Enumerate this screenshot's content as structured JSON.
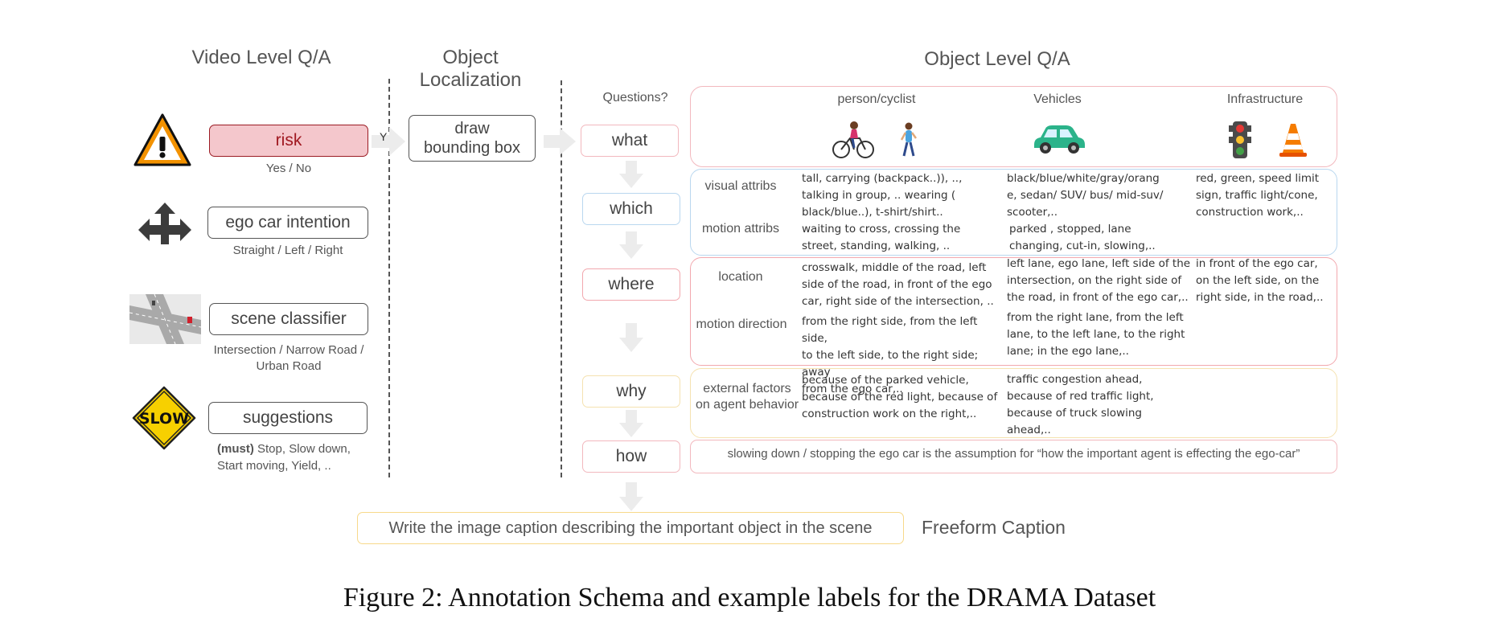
{
  "headers": {
    "video_level": "Video Level Q/A",
    "object_localization": "Object\nLocalization",
    "object_level": "Object Level Q/A",
    "questions": "Questions?"
  },
  "video_level": {
    "risk": {
      "label": "risk",
      "sub": "Yes / No",
      "edge_label": "Y"
    },
    "intention": {
      "label": "ego car intention",
      "sub": "Straight / Left / Right"
    },
    "scene": {
      "label": "scene classifier",
      "sub_line1": "Intersection / Narrow Road /",
      "sub_line2": "Urban Road"
    },
    "suggestions": {
      "label": "suggestions",
      "sub_bold": "(must)",
      "sub_line1": " Stop, Slow down,",
      "sub_line2": "Start moving, Yield, .."
    }
  },
  "localization": {
    "line1": "draw",
    "line2": "bounding box"
  },
  "questions": [
    "what",
    "which",
    "where",
    "why",
    "how"
  ],
  "categories": [
    "person/cyclist",
    "Vehicles",
    "Infrastructure"
  ],
  "rows": {
    "visual_attribs": "visual attribs",
    "motion_attribs": "motion attribs",
    "location": "location",
    "motion_direction": "motion direction",
    "external_factors_line1": "external factors",
    "external_factors_line2": "on agent behavior"
  },
  "cells": {
    "which_person": [
      "tall, carrying (backpack..)), ..,",
      "talking in group, .. wearing (",
      "black/blue..), t-shirt/shirt..",
      "waiting to cross, crossing the",
      "street, standing, walking, .."
    ],
    "which_vehicle": [
      "black/blue/white/gray/orang",
      "e, sedan/ SUV/ bus/ mid-suv/",
      "scooter,..",
      "parked , stopped, lane",
      "changing, cut-in, slowing,.."
    ],
    "which_infra": [
      "red, green, speed limit",
      "sign, traffic light/cone,",
      "construction work,.."
    ],
    "where_person": [
      "crosswalk, middle of the road, left",
      "side of the road,  in front of the ego",
      "car, right side of the intersection, ..",
      "from the right side, from the left side,",
      "to the left side, to the right side; away",
      "from the ego car,.."
    ],
    "where_vehicle": [
      "left lane, ego lane, left side of the",
      "intersection, on the right side of",
      "the road,  in front of the ego car,..",
      "from the right lane, from the left",
      "lane, to the left lane, to the right",
      "lane; in the ego lane,.."
    ],
    "where_infra": [
      "in front of the ego car,",
      "on the left side, on the",
      "right side, in the road,.."
    ],
    "why_person": [
      "because of the parked vehicle,",
      "because of the red light, because of",
      "construction work on the right,.."
    ],
    "why_vehicle": [
      "traffic congestion ahead,",
      "because of red traffic light,",
      "because of truck slowing",
      "ahead,.."
    ]
  },
  "how_text": "slowing down / stopping the ego car is the assumption for “how the important agent is effecting the ego-car”",
  "freeform": {
    "box": "Write the image caption describing the important object in the scene",
    "label": "Freeform Caption"
  },
  "figure_caption": "Figure 2: Annotation Schema and example labels for the DRAMA Dataset",
  "icons": [
    "warning-sign-icon",
    "direction-arrows-icon",
    "intersection-scene-icon",
    "slow-sign-icon",
    "cyclist-icon",
    "pedestrian-icon",
    "car-icon",
    "traffic-light-icon",
    "traffic-cone-icon"
  ],
  "colors": {
    "risk_fill": "#f4c7cc",
    "risk_border": "#9b1b23",
    "risk_text": "#a01820",
    "what": "#f2b8be",
    "which": "#b9d7ef",
    "where": "#f2a8ae",
    "why": "#f5e2b0",
    "how": "#f2b8be",
    "freeform": "#f7d98a",
    "car": "#2bb38a"
  }
}
